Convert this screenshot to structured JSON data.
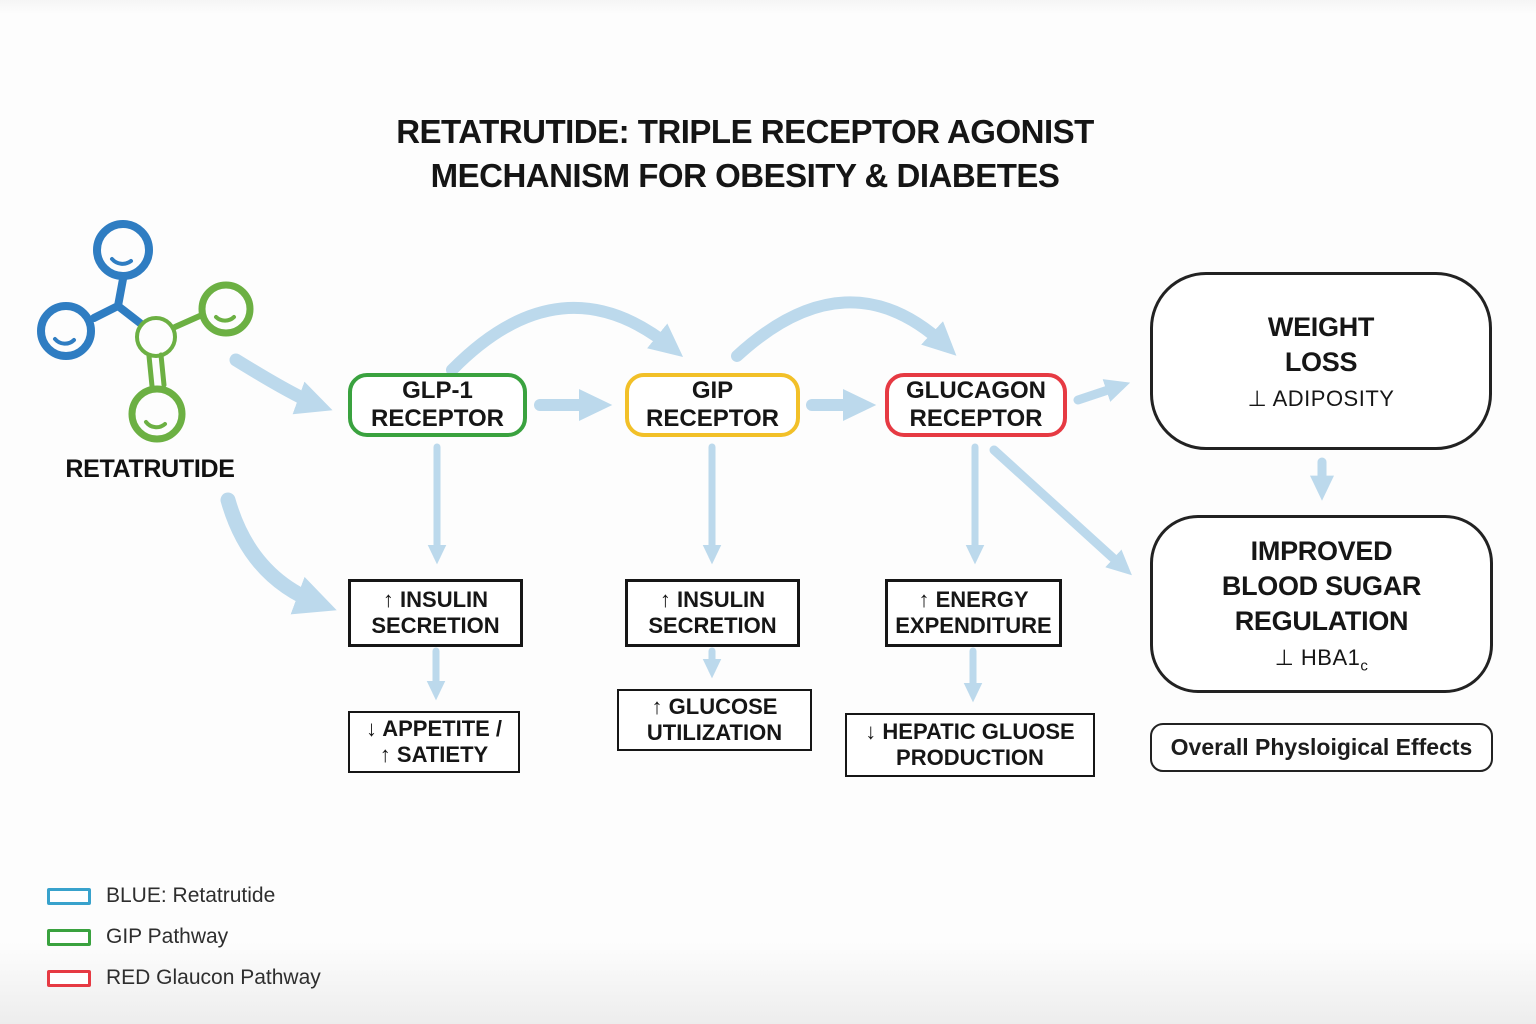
{
  "title": {
    "line1": "RETATRUTIDE: TRIPLE RECEPTOR AGONIST",
    "line2": "MECHANISM FOR OBESITY & DIABETES"
  },
  "molecule": {
    "caption": "RETATRUTIDE"
  },
  "receptors": [
    {
      "label": "GLP-1\nRECEPTOR"
    },
    {
      "label": "GIP\nRECEPTOR"
    },
    {
      "label": "GLUCAGON\nRECEPTOR"
    }
  ],
  "mid_effects": [
    {
      "label": "↑ INSULIN\nSECRETION"
    },
    {
      "label": "↑ INSULIN\nSECRETION"
    },
    {
      "label": "↑ ENERGY\nEXPENDITURE"
    }
  ],
  "bottom_effects": [
    {
      "label": "↓ APPETITE /\n↑ SATIETY"
    },
    {
      "label": "↑ GLUCOSE\nUTILIZATION"
    },
    {
      "label": "↓ HEPATIC GLUOSE\nPRODUCTION"
    }
  ],
  "outcomes": {
    "weight_loss": {
      "title": "WEIGHT\nLOSS",
      "sub": "⊥ ADIPOSITY"
    },
    "blood_sugar": {
      "title": "IMPROVED\nBLOOD SUGAR\nREGULATION",
      "sub": "⊥ HBA1",
      "sub_script": "c"
    },
    "overall_label": "Overall Physloigical Effects"
  },
  "legend": [
    {
      "label": "BLUE: Retatrutide"
    },
    {
      "label": "GIP Pathway"
    },
    {
      "label": "RED Glaucon Pathway"
    }
  ],
  "colors": {
    "green": "#3aa23f",
    "yellow": "#f2c028",
    "red": "#e63a43",
    "arrow": "#bcd9ec",
    "molblue": "#2f7dc2",
    "molgreen": "#6cb043",
    "legendblue": "#38a2cc",
    "ink": "#1d1d1d",
    "boxborder": "#2e2e2e"
  }
}
